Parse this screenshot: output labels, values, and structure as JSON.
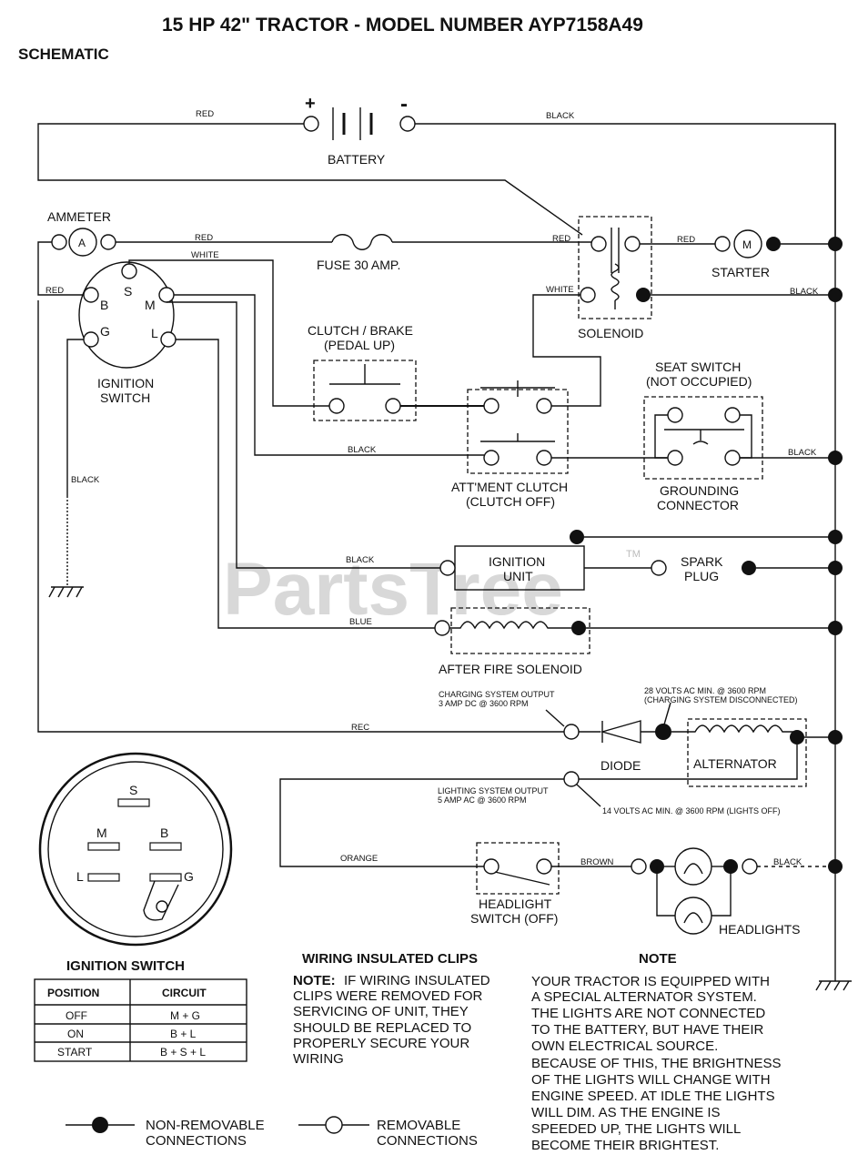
{
  "title": "15 HP 42\" TRACTOR - MODEL NUMBER AYP7158A49",
  "subtitle": "SCHEMATIC",
  "watermark": "PartsTree",
  "watermark_tm": "TM",
  "components": {
    "battery": "BATTERY",
    "battery_plus": "+",
    "battery_minus": "-",
    "ammeter": "AMMETER",
    "ammeter_symbol": "A",
    "fuse": "FUSE 30 AMP.",
    "starter": "STARTER",
    "starter_symbol": "M",
    "solenoid": "SOLENOID",
    "ignition_switch_l1": "IGNITION",
    "ignition_switch_l2": "SWITCH",
    "clutch_brake_l1": "CLUTCH / BRAKE",
    "clutch_brake_l2": "(PEDAL UP)",
    "seat_switch_l1": "SEAT SWITCH",
    "seat_switch_l2": "(NOT OCCUPIED)",
    "attment_clutch_l1": "ATT'MENT CLUTCH",
    "attment_clutch_l2": "(CLUTCH OFF)",
    "grounding_l1": "GROUNDING",
    "grounding_l2": "CONNECTOR",
    "ignition_unit_l1": "IGNITION",
    "ignition_unit_l2": "UNIT",
    "spark_plug_l1": "SPARK",
    "spark_plug_l2": "PLUG",
    "after_fire": "AFTER FIRE SOLENOID",
    "diode": "DIODE",
    "alternator": "ALTERNATOR",
    "headlight_switch_l1": "HEADLIGHT",
    "headlight_switch_l2": "SWITCH (OFF)",
    "headlights": "HEADLIGHTS"
  },
  "switch_terminals": {
    "b": "B",
    "s": "S",
    "m": "M",
    "g": "G",
    "l": "L"
  },
  "wires": {
    "red": "RED",
    "black": "BLACK",
    "white": "WHITE",
    "blue": "BLUE",
    "rec": "REC",
    "orange": "ORANGE",
    "brown": "BROWN"
  },
  "specs": {
    "charging_l1": "CHARGING SYSTEM OUTPUT",
    "charging_l2": "3 AMP DC @ 3600 RPM",
    "volts28_l1": "28 VOLTS AC MIN. @ 3600 RPM",
    "volts28_l2": "(CHARGING SYSTEM DISCONNECTED)",
    "lighting_l1": "LIGHTING SYSTEM OUTPUT",
    "lighting_l2": "5 AMP AC @ 3600 RPM",
    "volts14": "14 VOLTS AC MIN. @ 3600 RPM (LIGHTS OFF)"
  },
  "ignition_table": {
    "title": "IGNITION SWITCH",
    "headers": [
      "POSITION",
      "CIRCUIT"
    ],
    "rows": [
      [
        "OFF",
        "M + G"
      ],
      [
        "ON",
        "B + L"
      ],
      [
        "START",
        "B + S + L"
      ]
    ]
  },
  "wiring_clips": {
    "heading": "WIRING INSULATED CLIPS",
    "lead": "NOTE:",
    "lines": [
      "IF WIRING INSULATED",
      "CLIPS WERE REMOVED FOR",
      "SERVICING OF UNIT, THEY",
      "SHOULD BE REPLACED TO",
      "PROPERLY SECURE YOUR",
      "WIRING"
    ]
  },
  "note": {
    "heading": "NOTE",
    "lines": [
      "YOUR TRACTOR IS EQUIPPED WITH",
      "A SPECIAL ALTERNATOR SYSTEM.",
      "THE LIGHTS ARE NOT CONNECTED",
      "TO  THE BATTERY, BUT HAVE THEIR",
      "OWN ELECTRICAL SOURCE.",
      "BECAUSE OF THIS, THE BRIGHTNESS",
      "OF THE LIGHTS WILL CHANGE WITH",
      "ENGINE SPEED.  AT IDLE THE LIGHTS",
      "WILL DIM.  AS THE ENGINE IS",
      "SPEEDED UP, THE LIGHTS WILL",
      "BECOME THEIR BRIGHTEST."
    ]
  },
  "legend": {
    "non_removable_l1": "NON-REMOVABLE",
    "non_removable_l2": "CONNECTIONS",
    "removable_l1": "REMOVABLE",
    "removable_l2": "CONNECTIONS"
  }
}
